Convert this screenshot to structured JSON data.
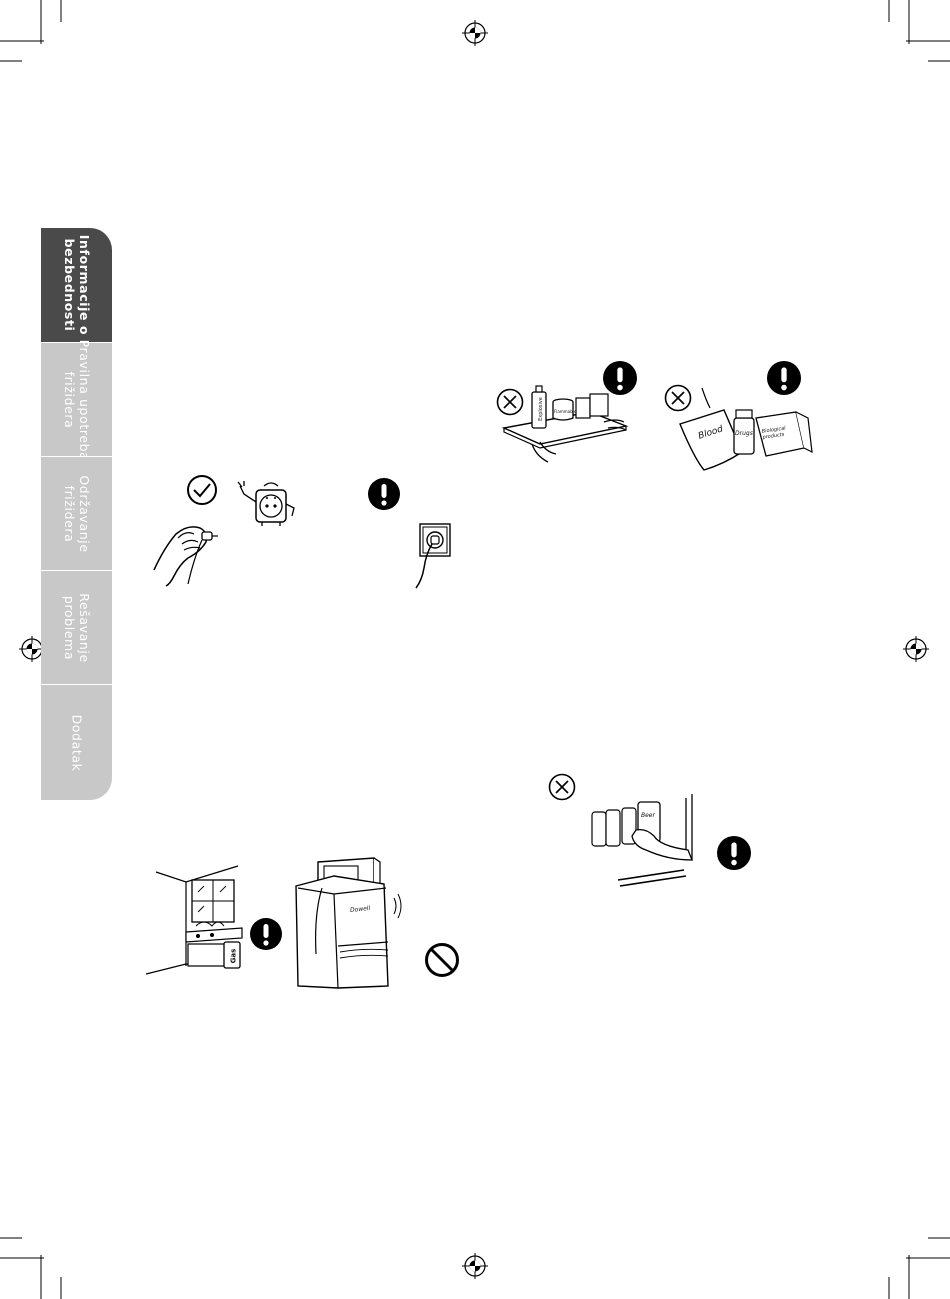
{
  "sidebar": {
    "tabs": [
      {
        "label": "Informacije o\nbezbednosti",
        "active": true
      },
      {
        "label": "Pravilna upotreba\nfrižidera",
        "active": false
      },
      {
        "label": "Održavanje\nfrižidera",
        "active": false
      },
      {
        "label": "Rešavanje\nproblema",
        "active": false
      },
      {
        "label": "Dodatak",
        "active": false
      }
    ],
    "active_color": "#4a4a4a",
    "inactive_color": "#c8c8c8"
  },
  "illustrations": {
    "shelf_items": {
      "bottle_label": "Explosive",
      "jar_label": "Flammable"
    },
    "bags": {
      "bag1_label": "Blood",
      "bag2_label": "Drugs",
      "bag3_label": "Biological products"
    },
    "cans": {
      "can_label": "Beer"
    },
    "gas": {
      "can_label": "Gas"
    },
    "fridge": {
      "brand": "Dowell"
    }
  }
}
